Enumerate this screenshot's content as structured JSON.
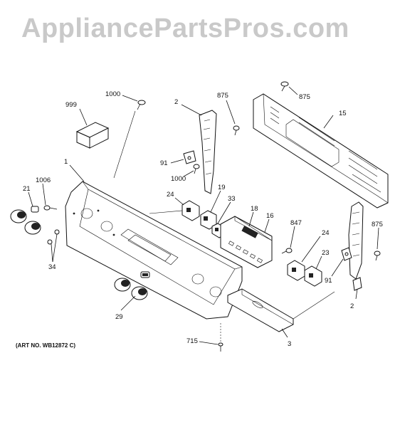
{
  "watermark": "AppliancePartsPros.com",
  "art_number": "(ART NO. WB12872 C)",
  "callouts": {
    "c999": "999",
    "c1000a": "1000",
    "c2a": "2",
    "c875a": "875",
    "c875b": "875",
    "c15": "15",
    "c91a": "91",
    "c1000b": "1000",
    "c1": "1",
    "c1006": "1006",
    "c21": "21",
    "c24a": "24",
    "c19": "19",
    "c33": "33",
    "c18": "18",
    "c16": "16",
    "c847": "847",
    "c24b": "24",
    "c875c": "875",
    "c34": "34",
    "c23": "23",
    "c91b": "91",
    "c29": "29",
    "c2b": "2",
    "c715": "715",
    "c3": "3"
  }
}
